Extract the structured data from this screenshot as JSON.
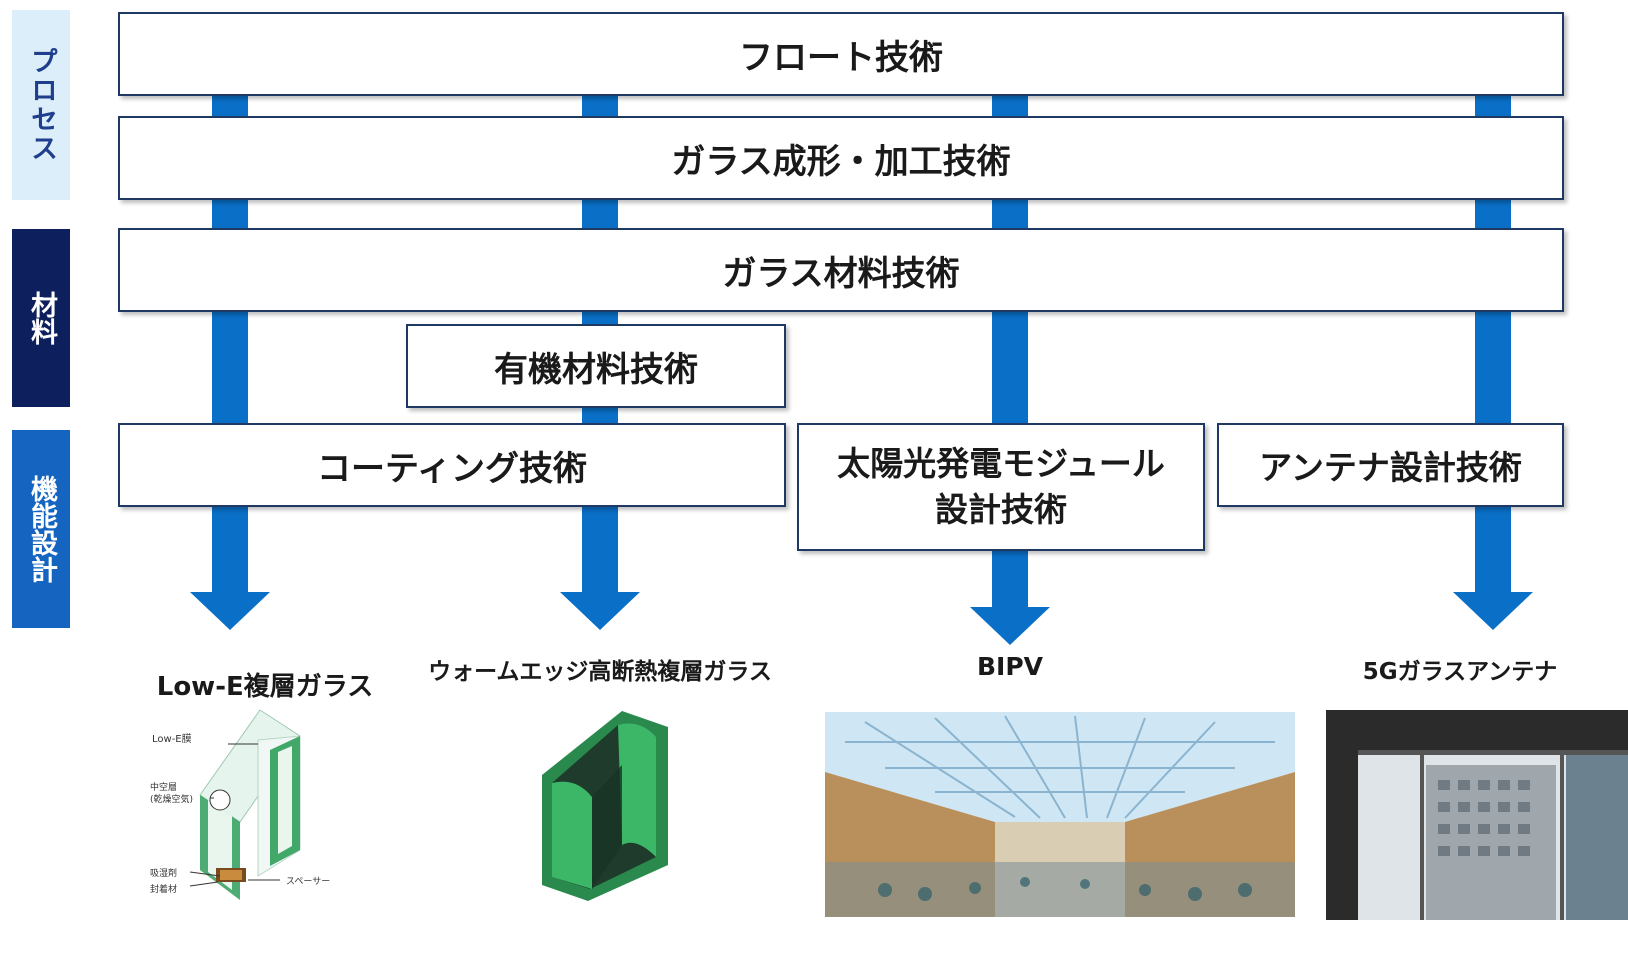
{
  "side_labels": {
    "process": "プロセス",
    "material": "材料",
    "function": "機能設計"
  },
  "bars": {
    "float": "フロート技術",
    "forming": "ガラス成形・加工技術",
    "glass_material": "ガラス材料技術",
    "organic": "有機材料技術",
    "coating": "コーティング技術",
    "solar_line1": "太陽光発電モジュール",
    "solar_line2": "設計技術",
    "antenna": "アンテナ設計技術"
  },
  "products": {
    "lowe": "Low-E複層ガラス",
    "warmedge": "ウォームエッジ高断熱複層ガラス",
    "bipv": "BIPV",
    "antenna5g": "5Gガラスアンテナ"
  },
  "diagram_labels": {
    "lowe_film": "Low-E膜",
    "hollow_line1": "中空層",
    "hollow_line2": "(乾燥空気)",
    "desiccant": "吸湿剤",
    "sealant": "封着材",
    "spacer": "スペーサー"
  },
  "colors": {
    "arrow": "#0a6fc6",
    "box_border": "#1f3864",
    "process_bg": "#dbeef9",
    "material_bg": "#0d1f5c",
    "function_bg": "#1565c0"
  }
}
